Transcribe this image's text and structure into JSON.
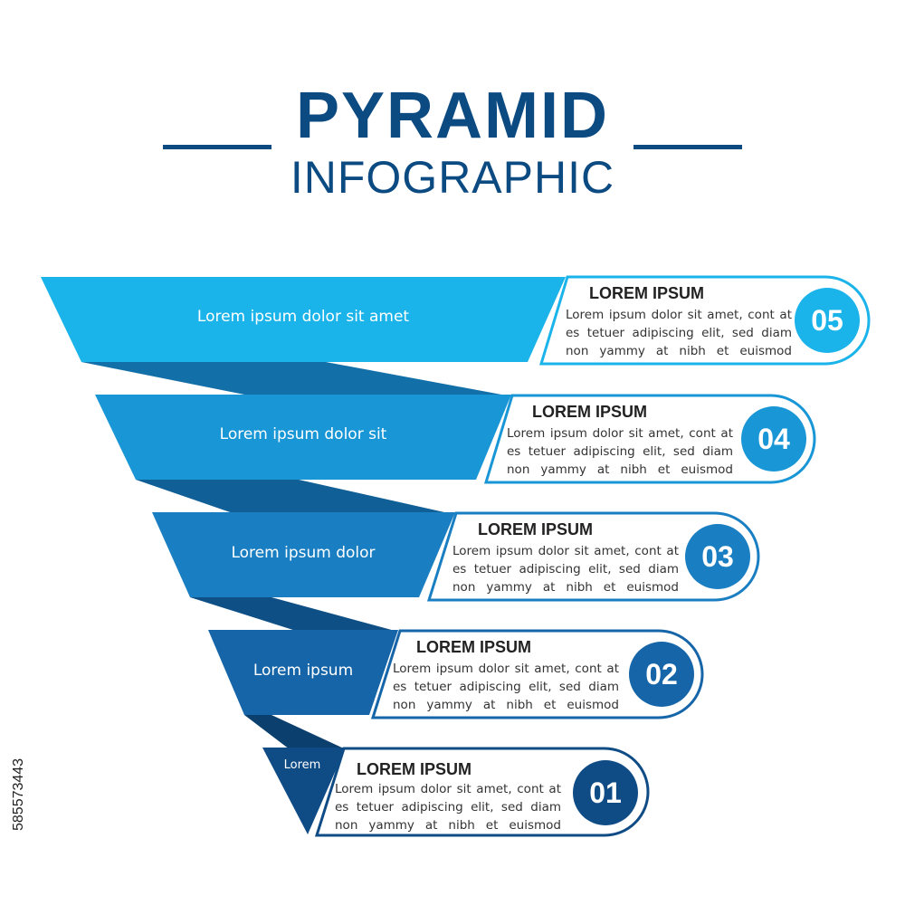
{
  "header": {
    "title": "PYRAMID",
    "subtitle": "INFOGRAPHIC"
  },
  "colors": {
    "dark_navy": "#0c4a82",
    "layer5": "#1ab3ea",
    "layer4": "#1896d6",
    "layer3": "#1a7fc2",
    "layer2": "#1565a8",
    "layer1": "#0f4c86"
  },
  "layers": [
    {
      "label": "Lorem ipsum dolor sit amet",
      "number": "05",
      "heading": "LOREM IPSUM",
      "body": "Lorem ipsum dolor sit amet, cont at es tetuer adipiscing elit, sed diam non yammy at nibh et euismod"
    },
    {
      "label": "Lorem ipsum dolor sit",
      "number": "04",
      "heading": "LOREM IPSUM",
      "body": "Lorem ipsum dolor sit amet, cont at es tetuer adipiscing elit, sed diam non yammy at nibh et euismod"
    },
    {
      "label": "Lorem ipsum dolor",
      "number": "03",
      "heading": "LOREM IPSUM",
      "body": "Lorem ipsum dolor sit amet, cont at es tetuer adipiscing elit, sed diam non yammy at nibh et euismod"
    },
    {
      "label": "Lorem ipsum",
      "number": "02",
      "heading": "LOREM IPSUM",
      "body": "Lorem ipsum dolor sit amet, cont at es tetuer adipiscing elit, sed diam non yammy at nibh et euismod"
    },
    {
      "label": "Lorem",
      "number": "01",
      "heading": "LOREM IPSUM",
      "body": "Lorem ipsum dolor sit amet, cont at es tetuer adipiscing elit, sed diam non yammy at nibh et euismod"
    }
  ],
  "stock_id": "585573443"
}
